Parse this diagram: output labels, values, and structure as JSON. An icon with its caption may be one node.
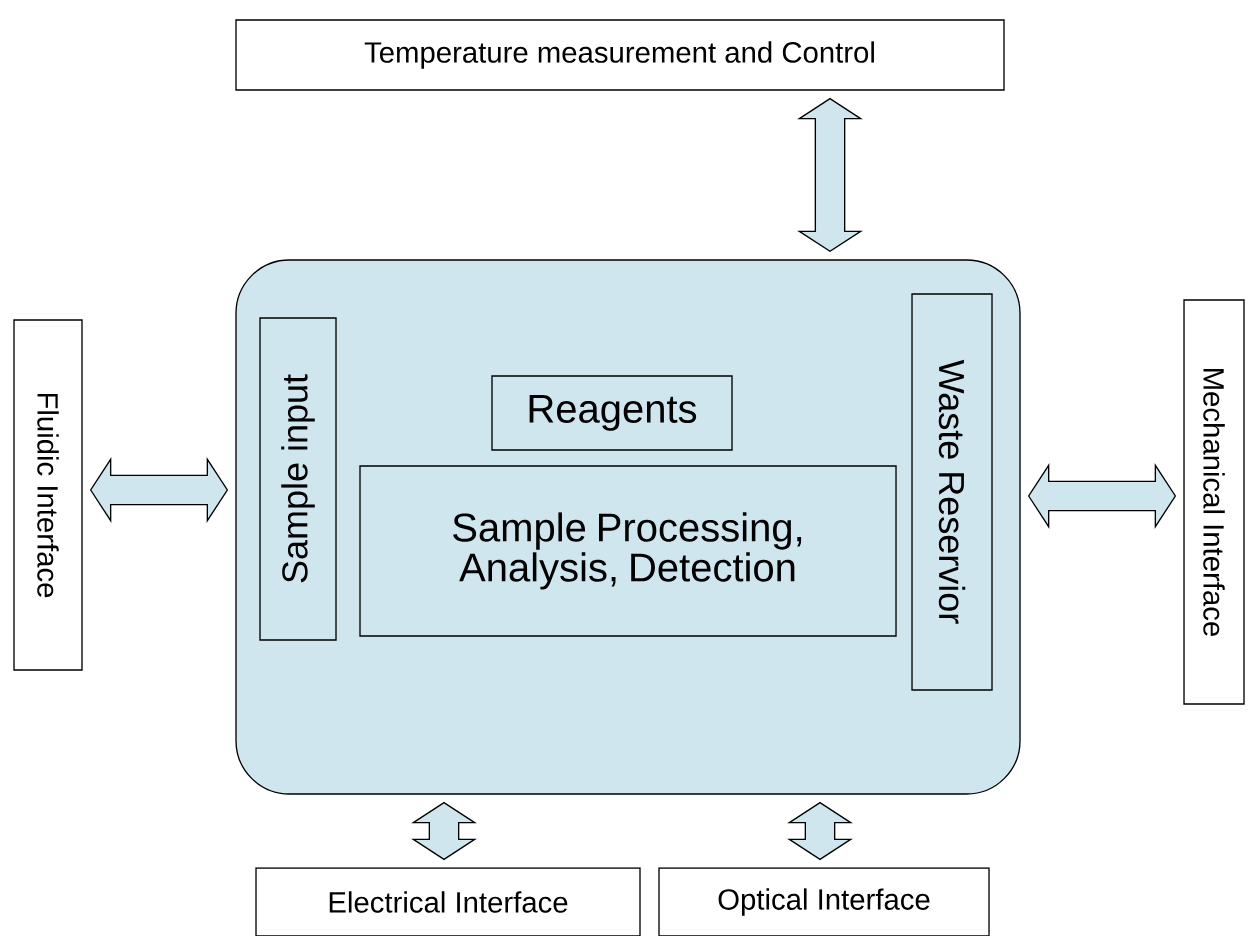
{
  "diagram": {
    "nodes": [
      {
        "text": [
          "Temperature measurement and Control"
        ]
      },
      {
        "text": [],
        "shape": "box"
      },
      {
        "text": [
          "Sample input"
        ],
        "in": 1
      },
      {
        "text": [
          "Reagents"
        ],
        "in": 1
      },
      {
        "text": [
          "Sample Processing, Analysis, Detection"
        ],
        "in": 1
      },
      {
        "text": [
          "Waste Reservior"
        ],
        "in": 1
      },
      {
        "text": [
          "Fluidic Interface"
        ]
      },
      {
        "text": [
          "Mechanical Interface"
        ]
      },
      {
        "text": [
          "Electrical Interface"
        ]
      },
      {
        "text": [
          "Optical Interface"
        ]
      }
    ],
    "edges": [
      {
        "from": 0,
        "to": 1,
        "arrow": "both"
      },
      {
        "from": 6,
        "to": 1,
        "arrow": "both"
      },
      {
        "from": 1,
        "to": 7,
        "arrow": "both"
      },
      {
        "from": 1,
        "to": 8,
        "arrow": "both"
      },
      {
        "from": 1,
        "to": 9,
        "arrow": "both"
      }
    ]
  }
}
